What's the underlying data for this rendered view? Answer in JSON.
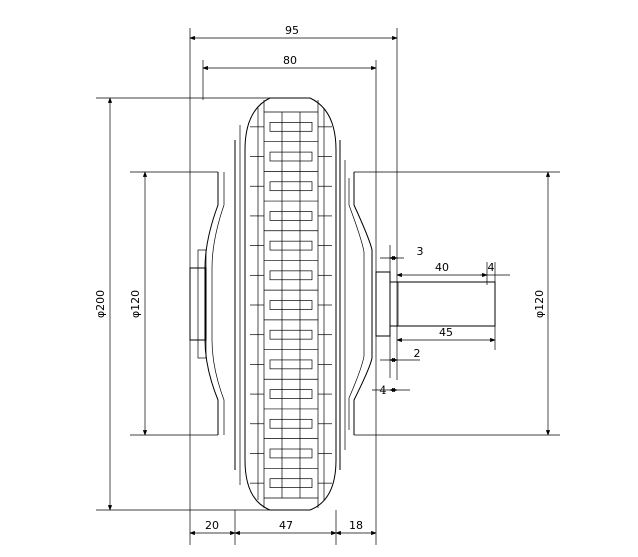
{
  "dimensions": {
    "overall_width": "95",
    "inner_width": "80",
    "hub_diameter_left": "φ200",
    "flange_diameter_left": "φ120",
    "flange_diameter_right": "φ120",
    "shaft_gap_top": "3",
    "shaft_length_top": "40",
    "shaft_end_top": "4",
    "shaft_length_bottom": "45",
    "shaft_gap_bottom": "2",
    "shaft_offset": "4",
    "left_hub_width": "20",
    "tire_width": "47",
    "right_hub_width": "18"
  }
}
